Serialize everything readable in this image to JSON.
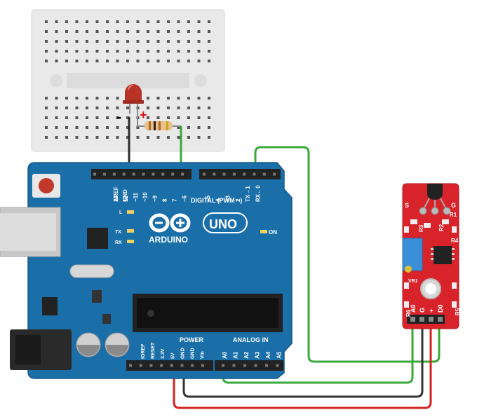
{
  "breadboard": {
    "led_color": "#c0392b",
    "polarity_minus": "-",
    "polarity_plus": "+"
  },
  "arduino": {
    "board_color": "#1b6fa8",
    "brand_text": "ARDUINO",
    "model_text": "UNO",
    "on_label": "ON",
    "digital_label": "DIGITAL (PWM ~)",
    "analog_label": "ANALOG IN",
    "power_label": "POWER",
    "led_labels": [
      "L",
      "TX",
      "RX"
    ],
    "top_pins": [
      "AREF",
      "GND",
      "13",
      "12",
      "~11",
      "~10",
      "~9",
      "8",
      "7",
      "~6",
      "~5",
      "4",
      "~3",
      "2",
      "TX→1",
      "RX←0"
    ],
    "power_pins": [
      "IOREF",
      "RESET",
      "3.3V",
      "5V",
      "GND",
      "GND",
      "Vin"
    ],
    "analog_pins": [
      "A0",
      "A1",
      "A2",
      "A3",
      "A4",
      "A5"
    ]
  },
  "sensor": {
    "board_color": "#d8232a",
    "pin_labels": [
      "A0",
      "G",
      "+",
      "D0"
    ],
    "top_labels": [
      "S",
      "G"
    ],
    "component_labels": [
      "R1",
      "R2",
      "R3",
      "R4",
      "R5",
      "R6",
      "VR1"
    ]
  },
  "wires": {
    "green": "#3aa83a",
    "red": "#d32323",
    "black": "#333333"
  }
}
